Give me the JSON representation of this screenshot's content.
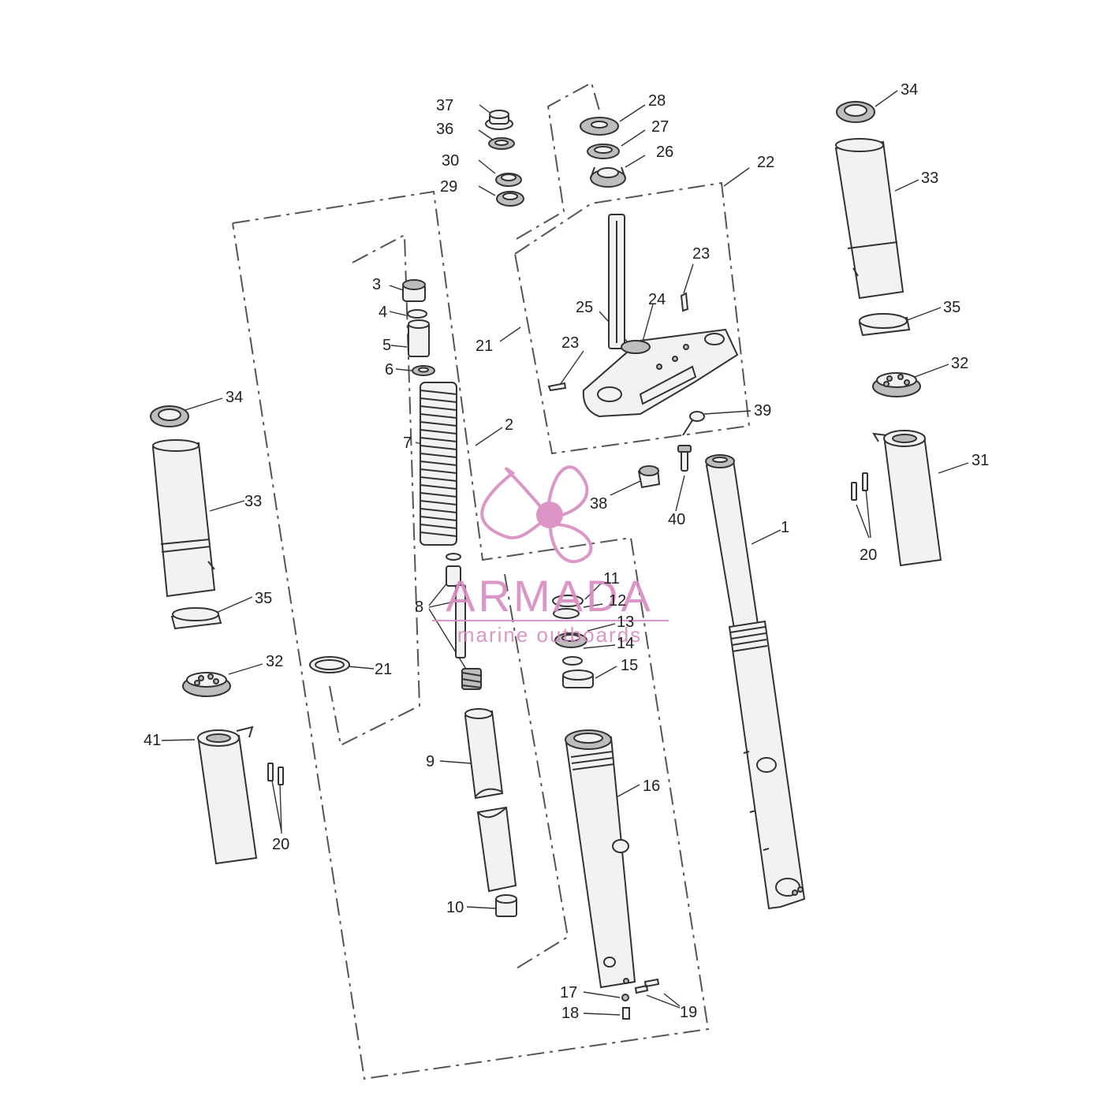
{
  "callouts": [
    "1",
    "2",
    "3",
    "4",
    "5",
    "6",
    "7",
    "8",
    "9",
    "10",
    "11",
    "12",
    "13",
    "14",
    "15",
    "16",
    "17",
    "18",
    "19",
    "20",
    "20",
    "20",
    "21",
    "21",
    "22",
    "23",
    "23",
    "24",
    "25",
    "26",
    "27",
    "28",
    "29",
    "30",
    "31",
    "32",
    "32",
    "33",
    "33",
    "34",
    "34",
    "35",
    "35",
    "36",
    "37",
    "38",
    "39",
    "40",
    "41"
  ],
  "watermark": {
    "brand": "ARMADA",
    "tagline": "marine outboards",
    "color": "#d88ac0"
  }
}
